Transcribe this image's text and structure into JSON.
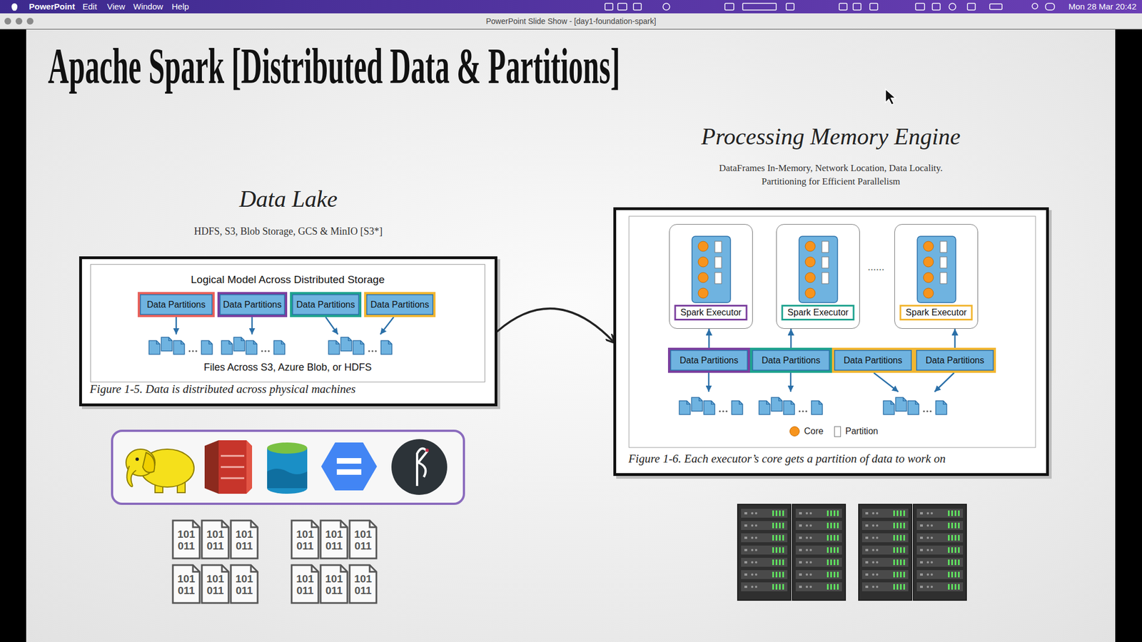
{
  "diagram": {
    "title": "Apache Spark [Distributed Data & Partitions]",
    "nodes": [
      {
        "text": [
          "Figure 1-5. Data is distributed across physical machines"
        ]
      },
      {
        "text": [
          "Logical Model Across Distributed Storage",
          "Files Across S3, Azure Blob, or HDFS"
        ],
        "in": 0
      },
      {
        "text": [
          "Data Partitions"
        ],
        "in": 1
      },
      {
        "text": [
          "Data Partitions"
        ],
        "in": 1
      },
      {
        "text": [
          "Data Partitions"
        ],
        "in": 1
      },
      {
        "text": [
          "Data Partitions"
        ],
        "in": 1
      },
      {
        "text": [
          "Figure 1-6. Each executor’s core gets a partition of data to work on"
        ]
      },
      {
        "text": [
          "Spark Executor"
        ],
        "in": 6
      },
      {
        "text": [
          "Spark Executor"
        ],
        "in": 6
      },
      {
        "text": [
          "Spark Executor"
        ],
        "in": 6
      },
      {
        "text": [
          "Data Partitions"
        ],
        "in": 6
      },
      {
        "text": [
          "Data Partitions"
        ],
        "in": 6
      },
      {
        "text": [
          "Data Partitions"
        ],
        "in": 6
      },
      {
        "text": [
          "Data Partitions"
        ],
        "in": 6
      }
    ],
    "edges": [
      {
        "from": 0,
        "to": 6,
        "arrow": "to"
      },
      {
        "from": 10,
        "to": 7,
        "arrow": "to"
      },
      {
        "from": 11,
        "to": 8,
        "arrow": "to"
      },
      {
        "from": 13,
        "to": 9,
        "arrow": "to"
      }
    ],
    "labels": [
      "PowerPoint",
      "Edit",
      "View",
      "Window",
      "Help",
      "Mon 28 Mar 20:42",
      "PowerPoint Slide Show - [day1-foundation-spark]",
      "Data Lake",
      "HDFS, S3, Blob Storage, GCS & MinIO [S3*]",
      "Processing Memory Engine",
      "DataFrames In-Memory, Network Location, Data Locality. Partitioning for Efficient Parallelism",
      "......",
      "101 011",
      "101 011",
      "101 011",
      "101 011",
      "101 011",
      "101 011",
      "101 011",
      "101 011",
      "101 011",
      "101 011",
      "101 011",
      "101 011"
    ],
    "legend": [
      {
        "text": "Core",
        "color": "#f7941d"
      },
      {
        "text": "Partition"
      }
    ]
  }
}
